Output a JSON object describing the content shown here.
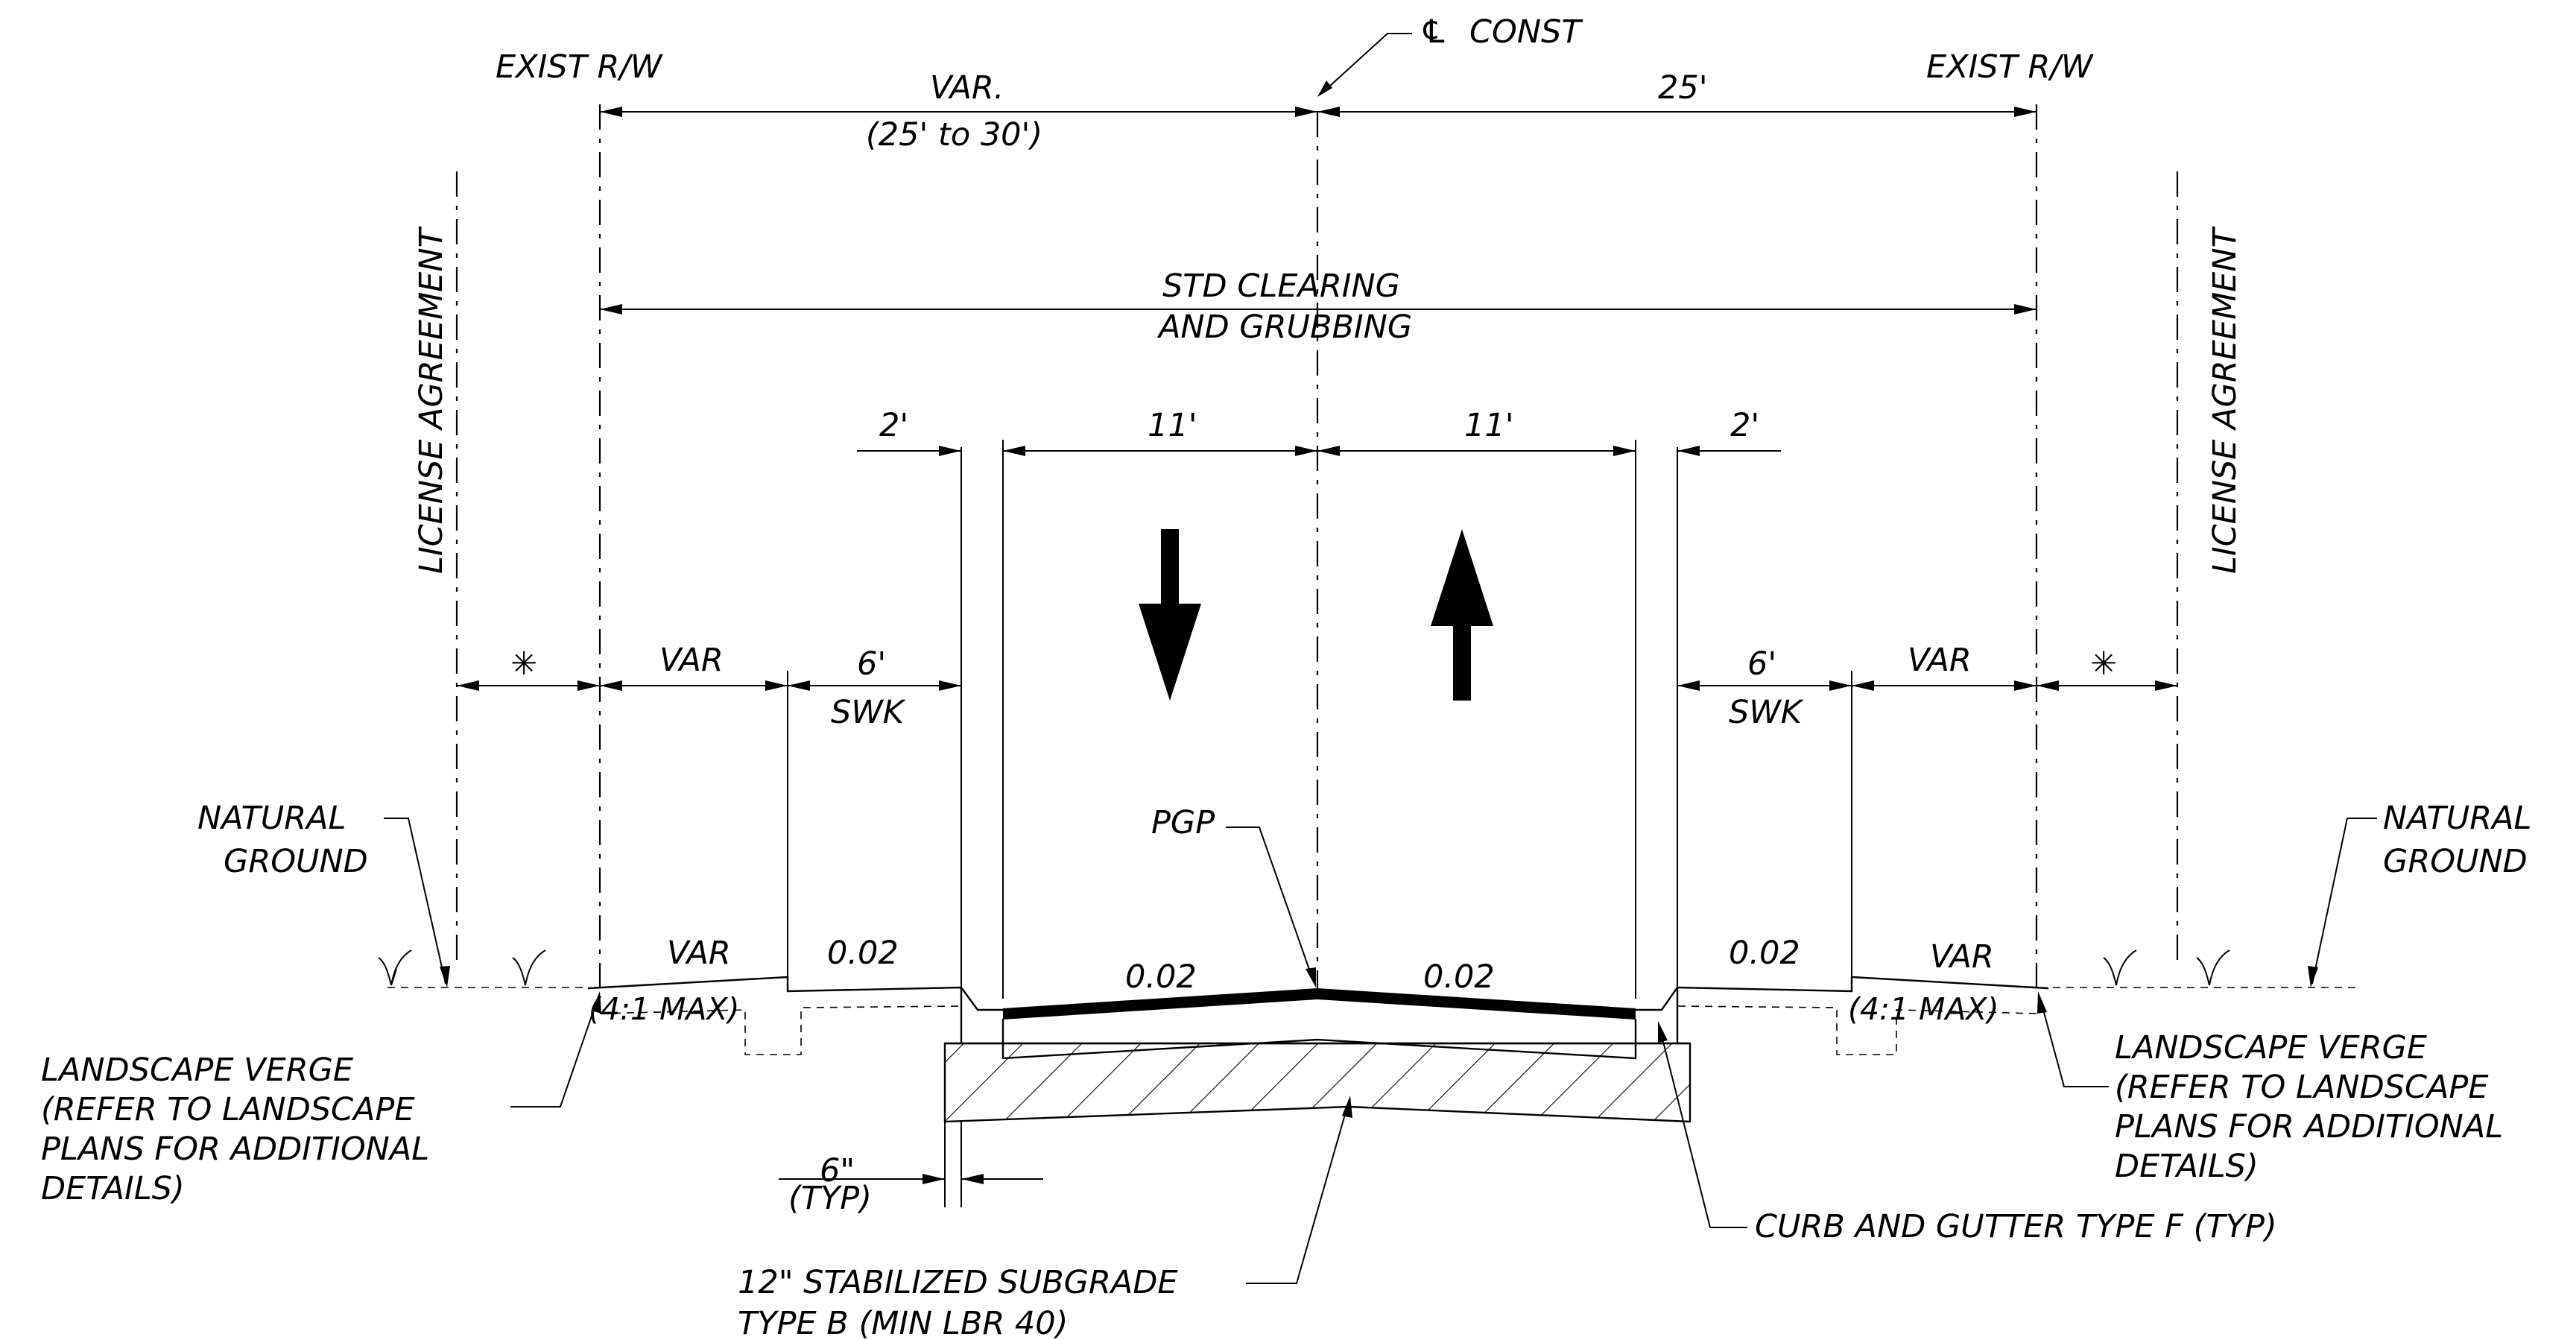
{
  "labels": {
    "cl_const": "CONST",
    "cl_symbol": "℄",
    "exist_rw_left": "EXIST R/W",
    "exist_rw_right": "EXIST R/W",
    "var_top": "VAR.",
    "var_range": "(25' to 30')",
    "dim_25": "25'",
    "std_clearing_1": "STD CLEARING",
    "std_clearing_2": "AND GRUBBING",
    "dim_2_left": "2'",
    "dim_11_left": "11'",
    "dim_11_right": "11'",
    "dim_2_right": "2'",
    "license_left": "LICENSE AGREEMENT",
    "license_right": "LICENSE AGREEMENT",
    "asterisk_left": "✳",
    "asterisk_right": "✳",
    "var_left": "VAR",
    "var_right": "VAR",
    "swk_6_left": "6'",
    "swk_left": "SWK",
    "swk_6_right": "6'",
    "swk_right": "SWK",
    "natural_ground_left_1": "NATURAL",
    "natural_ground_left_2": "GROUND",
    "natural_ground_right_1": "NATURAL",
    "natural_ground_right_2": "GROUND",
    "pgp": "PGP",
    "slope_var_left": "VAR",
    "slope_var_right": "VAR",
    "slope_sw_left": "0.02",
    "slope_lane_left": "0.02",
    "slope_lane_right": "0.02",
    "slope_sw_right": "0.02",
    "max_41_left": "(4:1 MAX)",
    "max_41_right": "(4:1 MAX)",
    "verge_left_1": "LANDSCAPE VERGE",
    "verge_left_2": "(REFER TO LANDSCAPE",
    "verge_left_3": "PLANS FOR ADDITIONAL",
    "verge_left_4": "DETAILS)",
    "verge_right_1": "LANDSCAPE VERGE",
    "verge_right_2": "(REFER TO LANDSCAPE",
    "verge_right_3": "PLANS FOR ADDITIONAL",
    "verge_right_4": "DETAILS)",
    "typ_6": "6\"",
    "typ": "(TYP)",
    "curb_gutter": "CURB AND GUTTER TYPE F (TYP)",
    "subgrade_1": "12\" STABILIZED SUBGRADE",
    "subgrade_2": "TYPE B (MIN LBR 40)"
  },
  "colors": {
    "ink": "#000000",
    "paper": "#ffffff"
  }
}
